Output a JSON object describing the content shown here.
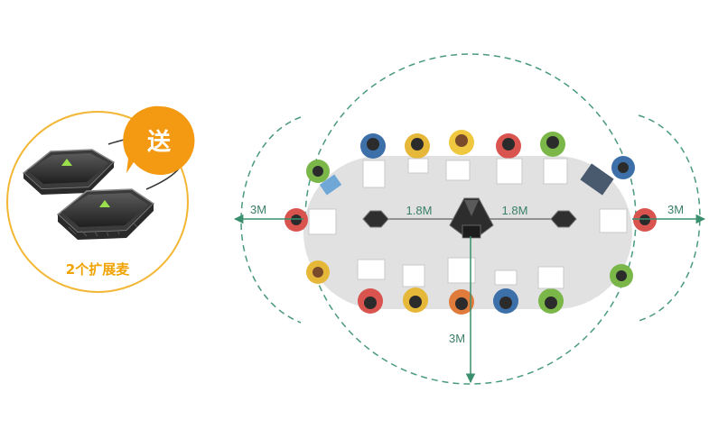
{
  "promo": {
    "badge": "送",
    "caption": "2个扩展麦"
  },
  "diagram": {
    "left_range": "3M",
    "right_range": "3M",
    "bottom_range": "3M",
    "left_mic_distance": "1.8M",
    "right_mic_distance": "1.8M"
  },
  "colors": {
    "accent_orange": "#f39a12",
    "range_green": "#3a8f6e",
    "table_gray": "#e1e1e1"
  }
}
